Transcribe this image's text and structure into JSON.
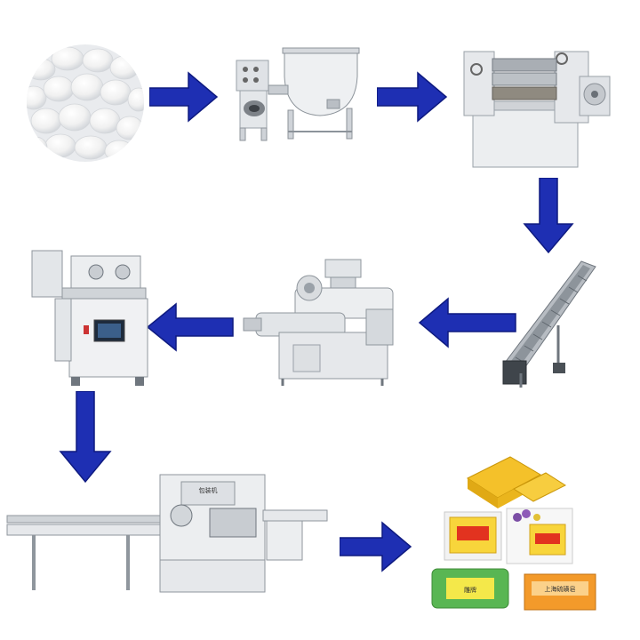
{
  "diagram": {
    "steps": [
      {
        "id": "raw-material",
        "icon": "soap-noodles-icon"
      },
      {
        "id": "mixer",
        "icon": "mixer-machine-icon"
      },
      {
        "id": "three-roll-mill",
        "icon": "roller-mill-icon"
      },
      {
        "id": "conveyor",
        "icon": "belt-conveyor-icon"
      },
      {
        "id": "plodder",
        "icon": "vacuum-plodder-icon"
      },
      {
        "id": "stamping-machine",
        "icon": "stamping-machine-icon"
      },
      {
        "id": "packing-machine",
        "icon": "flow-wrapper-icon"
      },
      {
        "id": "finished-soap",
        "icon": "soap-bars-icon"
      }
    ],
    "arrow_color": "#1e2fb3",
    "packing_panel_label": "包装机",
    "product_labels": {
      "bar_one": "雕牌",
      "bar_two": "上海硫磺皂"
    }
  }
}
